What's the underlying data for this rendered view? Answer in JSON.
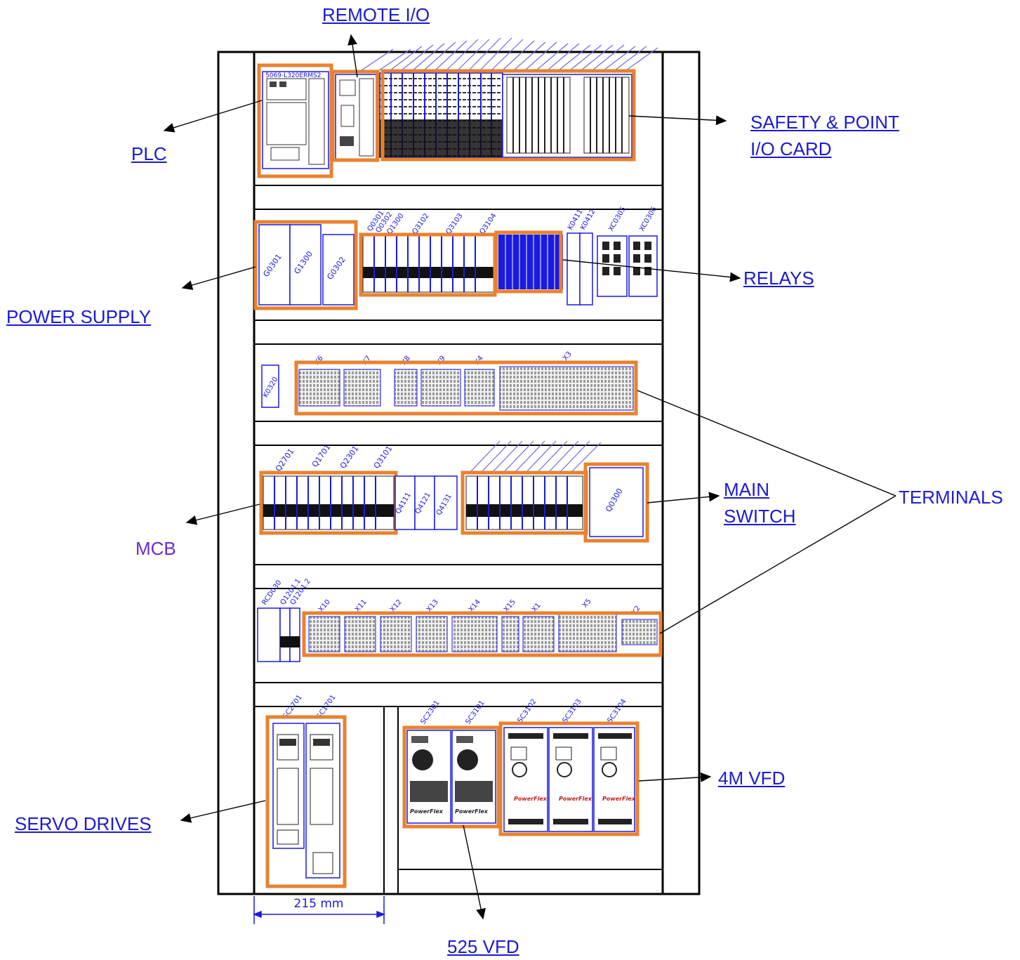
{
  "callouts": {
    "remote_io": "REMOTE I/O",
    "plc": "PLC",
    "safety_io_line1": "SAFETY & POINT",
    "safety_io_line2": "I/O CARD",
    "power_supply": "POWER SUPPLY",
    "relays": "RELAYS",
    "terminals": "TERMINALS",
    "main_switch_line1": "MAIN",
    "main_switch_line2": "SWITCH",
    "mcb": "MCB",
    "servo_drives": "SERVO DRIVES",
    "vfd_4m": "4M VFD",
    "vfd_525": "525 VFD"
  },
  "dimension": {
    "width_label": "215 mm"
  },
  "tags": {
    "plc_model": "5069-L320ERMS2",
    "power_supplies": [
      "G0301",
      "G1300",
      "G0302"
    ],
    "psu_breakers": [
      "Q0301",
      "Q0302",
      "Q1300",
      "Q3102",
      "Q3103",
      "Q3104"
    ],
    "relays": [
      "K0411",
      "K0412"
    ],
    "sockets": [
      "XC0305",
      "XC0306"
    ],
    "row3_relay": "K0320",
    "row3_terminals": [
      "X6",
      "X7",
      "X8",
      "X9",
      "X4",
      "X3"
    ],
    "mcb_group": [
      "Q2701",
      "Q1701",
      "Q2301",
      "Q3101"
    ],
    "contactors": [
      "Q4111",
      "Q4121",
      "Q4131"
    ],
    "main_switch": "Q0300",
    "row5_left": [
      "RCD030",
      "Q1201.1",
      "Q1201.2"
    ],
    "row5_terminals": [
      "X10",
      "X11",
      "X12",
      "X13",
      "X14",
      "X15",
      "X1",
      "X5",
      "X2"
    ],
    "servo_drives": [
      "SC2701",
      "SC1701"
    ],
    "vfd_525_tags": [
      "SC2301",
      "SC3101"
    ],
    "vfd_4m_tags": [
      "SC3102",
      "SC3103",
      "SC3104"
    ],
    "vfd_brand": "PowerFlex"
  },
  "colors": {
    "highlight": "#e8822f",
    "device": "#1a1ae0",
    "frame": "#000000"
  }
}
